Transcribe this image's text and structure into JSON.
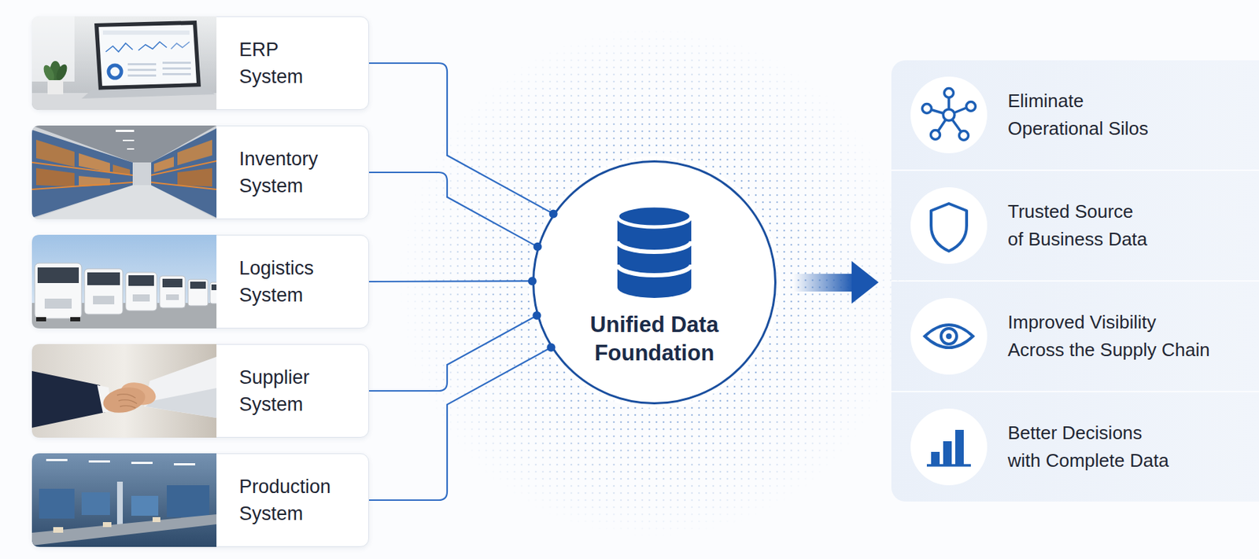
{
  "diagram": {
    "nodes": [
      {
        "text": [
          "ERP System"
        ]
      },
      {
        "text": [
          "Inventory System"
        ]
      },
      {
        "text": [
          "Logistics System"
        ]
      },
      {
        "text": [
          "Supplier System"
        ]
      },
      {
        "text": [
          "Production System"
        ]
      },
      {
        "text": [
          "Unified Data Foundation"
        ]
      },
      {
        "text": [
          "Eliminate Operational Silos"
        ]
      },
      {
        "text": [
          "Trusted Source of Business Data"
        ]
      },
      {
        "text": [
          "Improved Visibility Across the Supply Chain"
        ]
      },
      {
        "text": [
          "Better Decisions with Complete Data"
        ]
      }
    ],
    "edges": [
      {
        "from": 0,
        "to": 5,
        "arrow": "none"
      },
      {
        "from": 1,
        "to": 5,
        "arrow": "none"
      },
      {
        "from": 2,
        "to": 5,
        "arrow": "none"
      },
      {
        "from": 3,
        "to": 5,
        "arrow": "none"
      },
      {
        "from": 4,
        "to": 5,
        "arrow": "none"
      }
    ]
  }
}
